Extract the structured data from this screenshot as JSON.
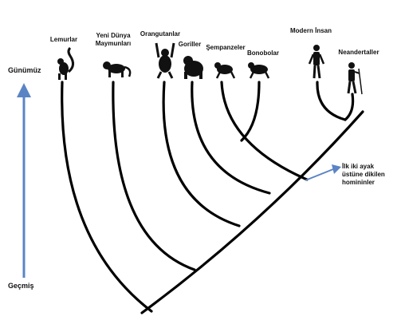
{
  "time_axis": {
    "top_label": "Günümüz",
    "bottom_label": "Geçmiş",
    "arrow_color": "#5b84c4"
  },
  "taxa": [
    {
      "id": "lemur",
      "name": "Lemurlar",
      "icon": "lemur-silhouette-icon"
    },
    {
      "id": "newworld",
      "name_line1": "Yeni Dünya",
      "name_line2": "Maymunları",
      "icon": "new-world-monkey-silhouette-icon"
    },
    {
      "id": "orangutan",
      "name": "Orangutanlar",
      "icon": "orangutan-silhouette-icon"
    },
    {
      "id": "gorilla",
      "name": "Goriller",
      "icon": "gorilla-silhouette-icon"
    },
    {
      "id": "chimp",
      "name": "Şempanzeler",
      "icon": "chimpanzee-silhouette-icon"
    },
    {
      "id": "bonobo",
      "name": "Bonobolar",
      "icon": "bonobo-silhouette-icon"
    },
    {
      "id": "human",
      "name": "Modern İnsan",
      "icon": "modern-human-silhouette-icon"
    },
    {
      "id": "neanderthal",
      "name": "Neandertaller",
      "icon": "neanderthal-silhouette-icon"
    }
  ],
  "callout": {
    "line1": "İlk iki ayak",
    "line2": "üstüne dikilen",
    "line3": "homininler",
    "arrow_color": "#5b84c4"
  },
  "colors": {
    "branch": "#000000",
    "silhouette": "#111111"
  }
}
